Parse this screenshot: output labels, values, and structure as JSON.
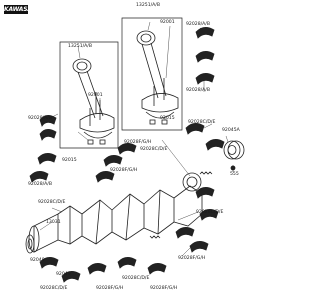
{
  "brand": "KAWASAKI",
  "colors": {
    "ink": "#1a1a1a",
    "paper": "#ffffff"
  },
  "labels": {
    "rod_right_set": "13251/A/B",
    "rod_left_set": "13251/A/B",
    "bolt_right": "92001",
    "bolt_left": "92001",
    "nut_right": "92015",
    "nut_left": "92015",
    "brg_upper_right": "92028/A/B",
    "brg_lower_right": "92028/A/B",
    "brg_left_top": "92028/A/B",
    "brg_left_bottom": "92028/A/B",
    "main_right_1": "92028C/D/E",
    "main_right_2": "92028F/G/H",
    "main_mid_1": "92028C/D/E",
    "main_mid_2": "92028F/G/H",
    "main_left_1": "92028C/D/E",
    "main_bot_1": "92028C/D/E",
    "main_bot_2": "92028F/G/H",
    "main_bot_3": "92028C/D/E",
    "main_bot_4": "92028F/G/H",
    "main_bot_5": "92028C/D/E",
    "main_bot_6": "92028F/G/H",
    "bearing_ball": "92045A",
    "pin_small": "555",
    "crankshaft": "13031",
    "key": "92049",
    "seal_ring": "92049"
  }
}
